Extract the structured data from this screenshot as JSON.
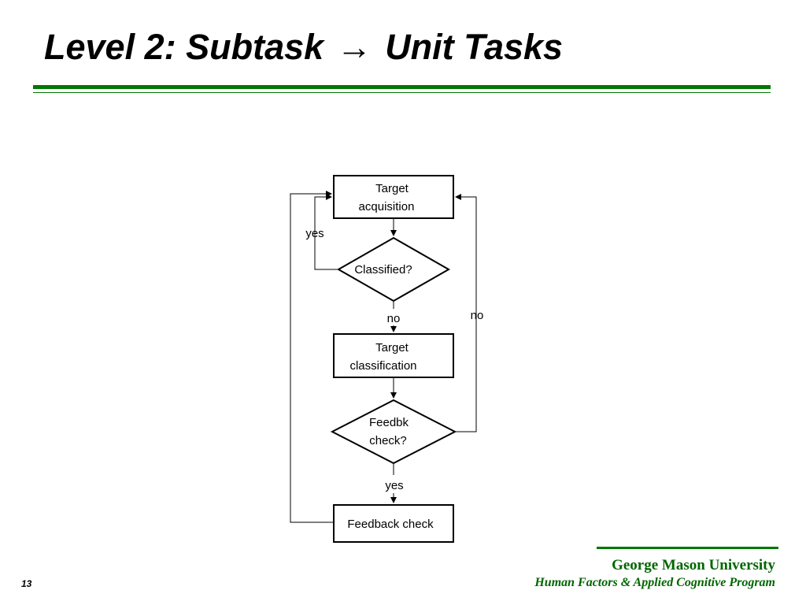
{
  "colors": {
    "accent_green": "#007700",
    "footer_green": "#006600",
    "text": "#000000"
  },
  "title": {
    "before": "Level 2: Subtask",
    "arrow": "→",
    "after": "Unit Tasks"
  },
  "flowchart": {
    "nodes": {
      "target_acquisition": [
        "Target",
        "acquisition"
      ],
      "classified": "Classified?",
      "target_classification": [
        "Target",
        "classification"
      ],
      "feedbk_check": [
        "Feedbk",
        "check?"
      ],
      "feedback_check": "Feedback check"
    },
    "edge_labels": {
      "classified_yes": "yes",
      "classified_no": "no",
      "feedbk_no": "no",
      "feedbk_yes": "yes"
    }
  },
  "footer": {
    "university": "George Mason University",
    "program": "Human Factors & Applied Cognitive Program",
    "page_number": "13"
  }
}
